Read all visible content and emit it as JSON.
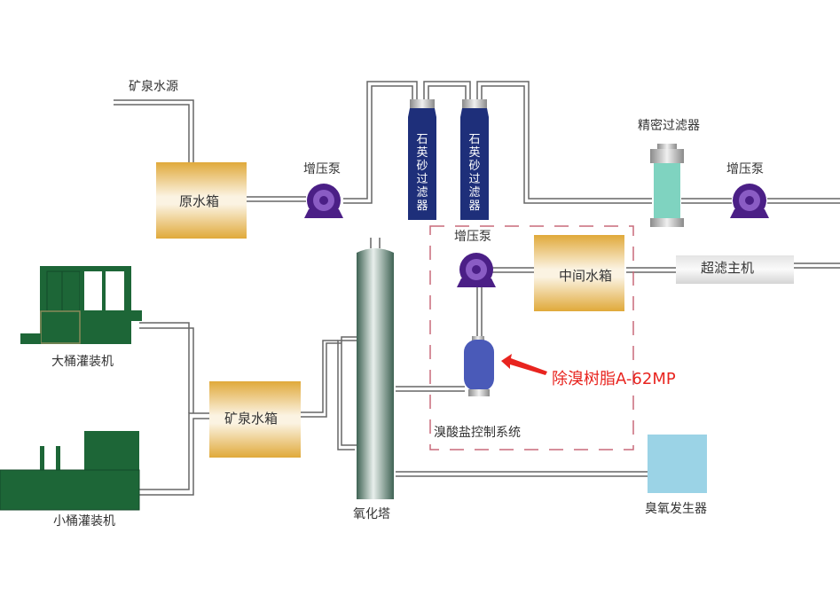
{
  "labels": {
    "source": "矿泉水源",
    "raw_tank": "原水箱",
    "pump1": "增压泵",
    "filter1": "石英砂过滤器",
    "filter2": "石英砂过滤器",
    "precision_filter": "精密过滤器",
    "pump2": "增压泵",
    "pump3": "增压泵",
    "middle_tank": "中间水箱",
    "uf_host": "超滤主机",
    "resin_annotation": "除溴树脂A-62MP",
    "bromate_system": "溴酸盐控制系统",
    "big_filler": "大桶灌装机",
    "small_filler": "小桶灌装机",
    "mineral_tank": "矿泉水箱",
    "oxidation_tower": "氧化塔",
    "ozone_generator": "臭氧发生器"
  },
  "colors": {
    "pipe": "#666666",
    "tank_gold": "#e0a93a",
    "pump_purple": "#4b1f86",
    "pump_inner": "#8a5cc4",
    "filter_navy": "#1e2f7a",
    "precision_teal": "#7fd3c0",
    "resin_blue": "#4a5ab8",
    "machine_green": "#1d6637",
    "tower_dark": "#4a6d5e",
    "ozone_blue": "#9bd3e6",
    "dash_red": "#c86a7a",
    "annotation_red": "#e8241f"
  }
}
